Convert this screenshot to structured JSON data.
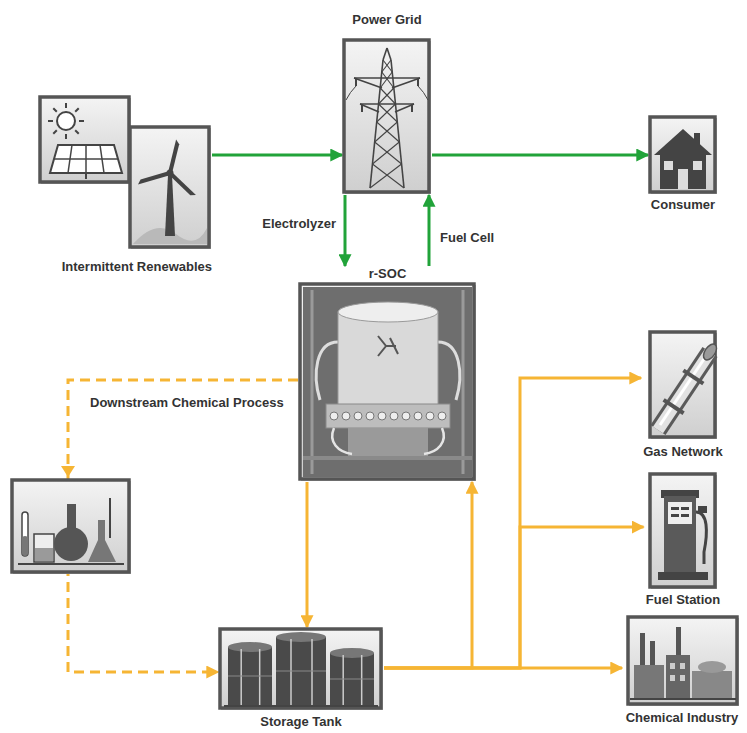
{
  "diagram": {
    "nodes": [
      {
        "text": [
          "Intermittent Renewables"
        ]
      },
      {
        "text": [
          "Power Grid"
        ]
      },
      {
        "text": [
          "Consumer"
        ]
      },
      {
        "text": [
          "r-SOC"
        ]
      },
      {
        "text": [
          "Gas Network"
        ]
      },
      {
        "text": [
          "Fuel Station"
        ]
      },
      {
        "text": [
          "Chemical Industry"
        ]
      },
      {
        "text": [
          "Storage Tank"
        ]
      }
    ],
    "edges": [
      {
        "from": 0,
        "to": 1,
        "arrow": "to"
      },
      {
        "from": 1,
        "to": 2,
        "arrow": "to"
      },
      {
        "from": 1,
        "to": 3,
        "label": "Electrolyzer",
        "arrow": "to"
      },
      {
        "from": 3,
        "to": 1,
        "label": "Fuel Cell",
        "arrow": "to"
      },
      {
        "from": 3,
        "to": 7,
        "label": "Downstream Chemical Process",
        "arrow": "to"
      },
      {
        "from": 3,
        "to": 7,
        "arrow": "to"
      },
      {
        "from": 7,
        "to": 3,
        "arrow": "to"
      },
      {
        "from": 7,
        "to": 4,
        "arrow": "to"
      },
      {
        "from": 7,
        "to": 5,
        "arrow": "to"
      },
      {
        "from": 7,
        "to": 6,
        "arrow": "to"
      }
    ]
  }
}
